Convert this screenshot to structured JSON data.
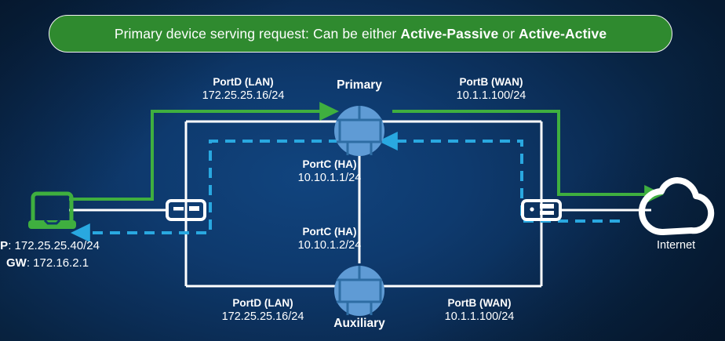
{
  "banner": {
    "prefix": "Primary device serving request: Can be either ",
    "bold1": "Active-Passive",
    "middle": " or ",
    "bold2": "Active-Active",
    "bg_color": "#2f8a2f",
    "text_color": "#ffffff"
  },
  "colors": {
    "background_dark": "#061a31",
    "background_light": "#11447e",
    "request_path": "#3faf3f",
    "response_path": "#29a8e0",
    "link_line": "#ffffff",
    "firewall_icon": "#5f9bd5",
    "laptop_icon": "#3faf3f",
    "cloud_icon": "#ffffff"
  },
  "nodes": {
    "primary": {
      "name": "Primary"
    },
    "auxiliary": {
      "name": "Auxiliary"
    },
    "internet": {
      "name": "Internet"
    },
    "client": {
      "ip_label": "IP",
      "ip_value": "172.25.25.40/24",
      "gw_label": "GW",
      "gw_value": "172.16.2.1"
    }
  },
  "ports": {
    "primary_lan": {
      "title": "PortD (LAN)",
      "address": "172.25.25.16/24"
    },
    "primary_wan": {
      "title": "PortB (WAN)",
      "address": "10.1.1.100/24"
    },
    "primary_ha": {
      "title": "PortC (HA)",
      "address": "10.10.1.1/24"
    },
    "auxiliary_ha": {
      "title": "PortC (HA)",
      "address": "10.10.1.2/24"
    },
    "auxiliary_lan": {
      "title": "PortD (LAN)",
      "address": "172.25.25.16/24"
    },
    "auxiliary_wan": {
      "title": "PortB (WAN)",
      "address": "10.1.1.100/24"
    }
  },
  "icons": {
    "laptop": "laptop-icon",
    "switch_lan": "switch-icon",
    "switch_wan": "switch-icon",
    "firewall_primary": "firewall-icon",
    "firewall_auxiliary": "firewall-icon",
    "cloud": "cloud-icon"
  }
}
